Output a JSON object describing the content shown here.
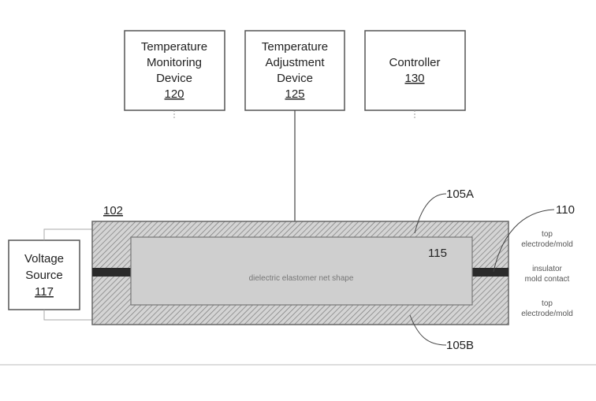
{
  "boxes": {
    "temp_monitor": {
      "line1": "Temperature",
      "line2": "Monitoring",
      "line3": "Device",
      "ref": "120"
    },
    "temp_adjust": {
      "line1": "Temperature",
      "line2": "Adjustment",
      "line3": "Device",
      "ref": "125"
    },
    "controller": {
      "line1": "Controller",
      "ref": "130"
    },
    "voltage": {
      "line1": "Voltage",
      "line2": "Source",
      "ref": "117"
    }
  },
  "labels": {
    "assembly": "102",
    "top_mold": "105A",
    "bottom_mold": "105B",
    "insulator": "110",
    "cavity": "115",
    "net_shape": "dielectric elastomer net shape"
  },
  "side_notes": {
    "top_line1": "top",
    "top_line2": "electrode/mold",
    "ins_line1": "insulator",
    "ins_line2": "mold contact",
    "bot_line1": "top",
    "bot_line2": "electrode/mold"
  }
}
